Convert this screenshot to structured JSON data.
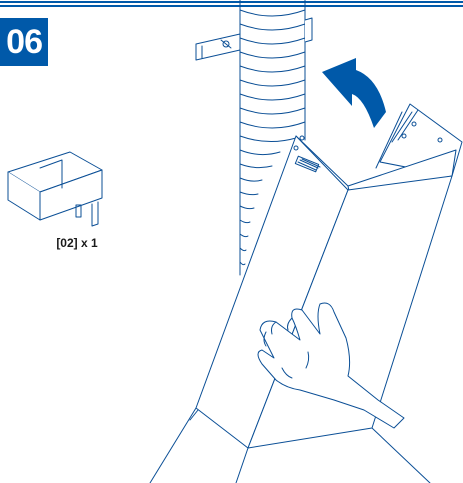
{
  "step": {
    "number": "06"
  },
  "part": {
    "label": "[02] x 1"
  },
  "colors": {
    "accent": "#0059a9",
    "line": "#0b4f96"
  },
  "icons": [
    "box-part-icon",
    "duct-pipe",
    "wall-bracket",
    "rotate-arrow-icon",
    "chimney-cover",
    "hand"
  ]
}
